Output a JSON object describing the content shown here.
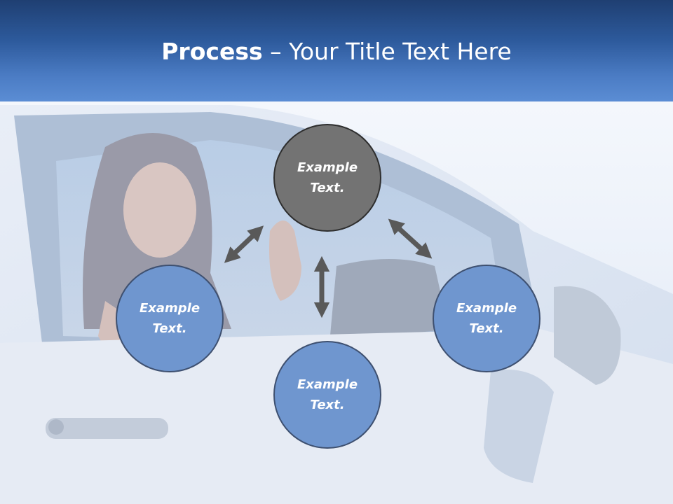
{
  "title": {
    "bold": "Process",
    "rest": " – Your Title Text Here"
  },
  "nodes": {
    "top": {
      "line1": "Example",
      "line2": "Text."
    },
    "left": {
      "line1": "Example",
      "line2": "Text."
    },
    "bottom": {
      "line1": "Example",
      "line2": "Text."
    },
    "right": {
      "line1": "Example",
      "line2": "Text."
    }
  },
  "colors": {
    "header": "#2d5a9c",
    "center_node": "#737373",
    "outer_node": "#6f96cf",
    "arrow": "#595959"
  }
}
